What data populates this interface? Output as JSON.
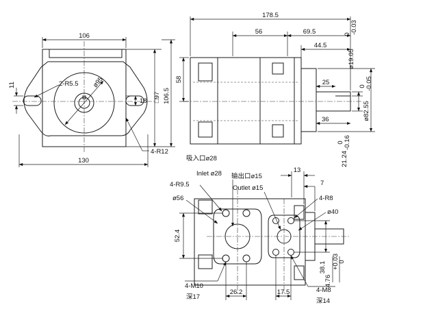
{
  "colors": {
    "ink": "#1a1a1a",
    "background": "#ffffff"
  },
  "front_view": {
    "dim_top_width": "106",
    "dim_bottom_width": "130",
    "dim_slot": "11",
    "dim_bolt_radius": "2-R5.5",
    "dim_pilot_dia": "ø95",
    "dim_height_inner": "18",
    "dim_square": "□97",
    "dim_height_total": "106.5",
    "dim_corner_radius": "4-R12",
    "dim_58": "58"
  },
  "side_view": {
    "dim_length": "178.5",
    "dim_56": "56",
    "dim_69_5": "69.5",
    "dim_44_5": "44.5",
    "dim_25": "25",
    "dim_36": "36",
    "dim_shaft_dia": "ø19.05",
    "dim_shaft_tol_upper": "0",
    "dim_shaft_tol_lower": "-0.03",
    "dim_pilot_dia": "ø82.55",
    "dim_pilot_tol_upper": "0",
    "dim_pilot_tol_lower": "-0.05",
    "dim_key_height": "21.24",
    "dim_key_tol_upper": "0",
    "dim_key_tol_lower": "-0.16"
  },
  "port_view": {
    "inlet_cn": "吸入口ø28",
    "inlet_en": "Inlet ø28",
    "outlet_cn": "输出口ø15",
    "outlet_en": "Outlet ø15",
    "dim_13": "13",
    "dim_7": "7",
    "dim_inlet_radius": "4-R9.5",
    "dim_inlet_flange": "ø56",
    "dim_outlet_radius": "4-R8",
    "dim_outlet_flange": "ø40",
    "dim_52_4": "52.4",
    "dim_38_1": "38.1",
    "dim_key_width": "4.76",
    "dim_key_tol_upper": "+0.03",
    "dim_key_tol_lower": "0",
    "dim_inlet_thread": "4-M10",
    "dim_inlet_depth": "深17",
    "dim_26_2": "26.2",
    "dim_17_5": "17.5",
    "dim_outlet_thread": "4-M8",
    "dim_outlet_depth": "深14"
  }
}
